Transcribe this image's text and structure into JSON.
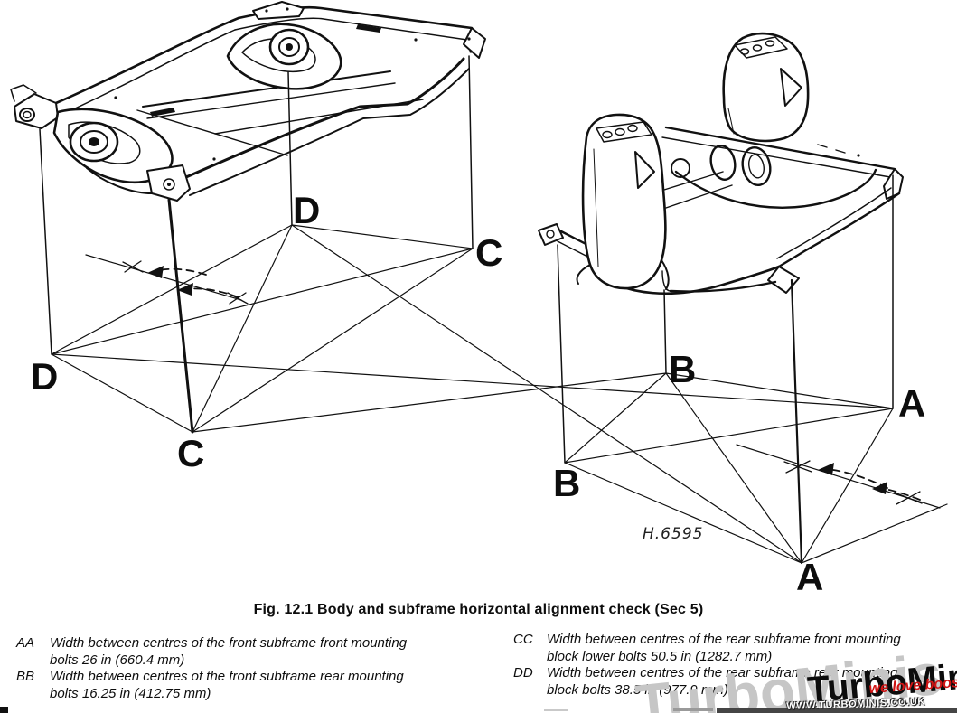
{
  "figure": {
    "caption": "Fig. 12.1 Body and subframe horizontal alignment check (Sec 5)",
    "drawing_ref": "H.6595",
    "point_labels": {
      "d_top": "D",
      "c_right": "C",
      "d_left": "D",
      "c_bottom": "C",
      "b_top": "B",
      "a_right": "A",
      "b_left": "B",
      "a_bottom": "A"
    }
  },
  "legend": {
    "entries": [
      {
        "key": "AA",
        "line1": "Width between centres of the front subframe front mounting",
        "line2": "bolts 26 in (660.4 mm)"
      },
      {
        "key": "BB",
        "line1": "Width between centres of the front subframe rear mounting",
        "line2": "bolts 16.25 in (412.75 mm)"
      },
      {
        "key": "CC",
        "line1": "Width between centres of the rear subframe front mounting",
        "line2": "block lower bolts 50.5 in (1282.7 mm)"
      },
      {
        "key": "DD",
        "line1": "Width between centres of the rear subframe rear mounting",
        "line2": "block bolts 38.5 in (977.9 mm)"
      }
    ]
  },
  "watermark": {
    "ghost": "TurboMinis",
    "brand": "TurboMinis",
    "tagline": "we love boost",
    "url": "WWW.TURBOMINIS.CO.UK",
    "colors": {
      "brand": "#0c0c0c",
      "ghost": "#c6c6c6",
      "tagline": "#d01414",
      "url": "#ffffff",
      "bar": "#454545"
    }
  },
  "ink_color": "#111111"
}
